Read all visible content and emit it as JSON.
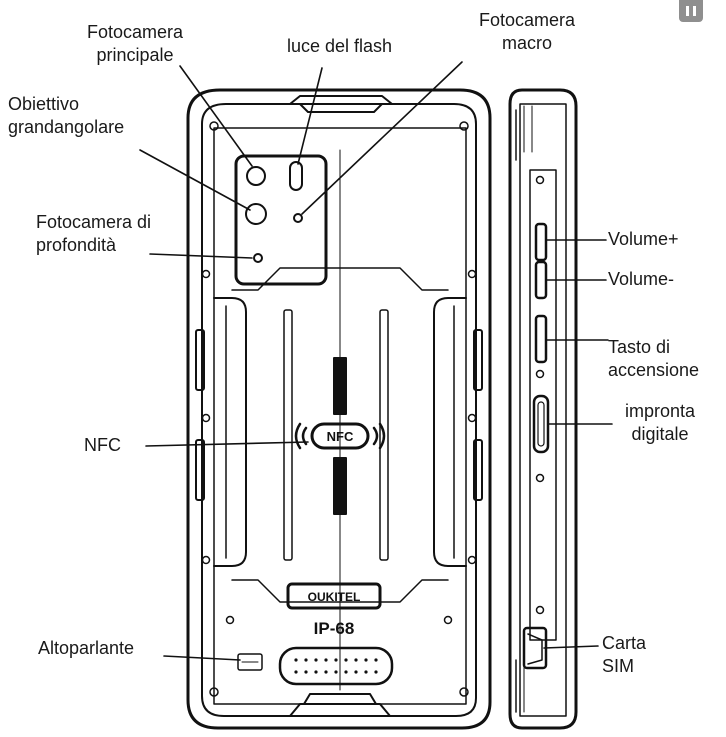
{
  "labels": {
    "fotocamera_principale": [
      "Fotocamera",
      "principale"
    ],
    "luce_flash": "luce del flash",
    "fotocamera_macro": [
      "Fotocamera",
      "macro"
    ],
    "obiettivo_grandangolare": [
      "Obiettivo",
      "grandangolare"
    ],
    "fotocamera_profondita": [
      "Fotocamera di",
      "profondità"
    ],
    "nfc": "NFC",
    "altoparlante": "Altoparlante",
    "volume_up": "Volume+",
    "volume_down": "Volume-",
    "tasto_accensione": [
      "Tasto di",
      "accensione"
    ],
    "impronta_digitale": [
      "impronta",
      "digitale"
    ],
    "carta_sim": [
      "Carta",
      "SIM"
    ]
  },
  "device": {
    "brand_text": "OUKITEL",
    "rating_text": "IP-68",
    "nfc_logo_text": "NFC"
  }
}
